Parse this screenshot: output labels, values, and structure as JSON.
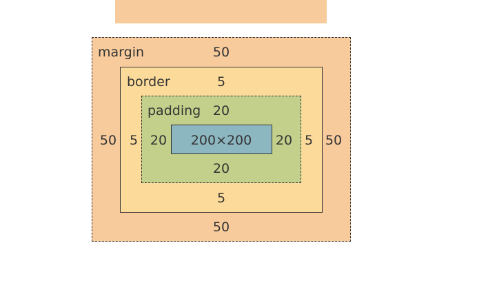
{
  "box_model": {
    "margin": {
      "label": "margin",
      "top": "50",
      "right": "50",
      "bottom": "50",
      "left": "50"
    },
    "border": {
      "label": "border",
      "top": "5",
      "right": "5",
      "bottom": "5",
      "left": "5"
    },
    "padding": {
      "label": "padding",
      "top": "20",
      "right": "20",
      "bottom": "20",
      "left": "20"
    },
    "content": {
      "size": "200×200"
    }
  },
  "colors": {
    "margin": "#f8cb9c",
    "border": "#fcdb9a",
    "padding": "#c3d08b",
    "content": "#8cb6c0",
    "outline": "#333333"
  }
}
